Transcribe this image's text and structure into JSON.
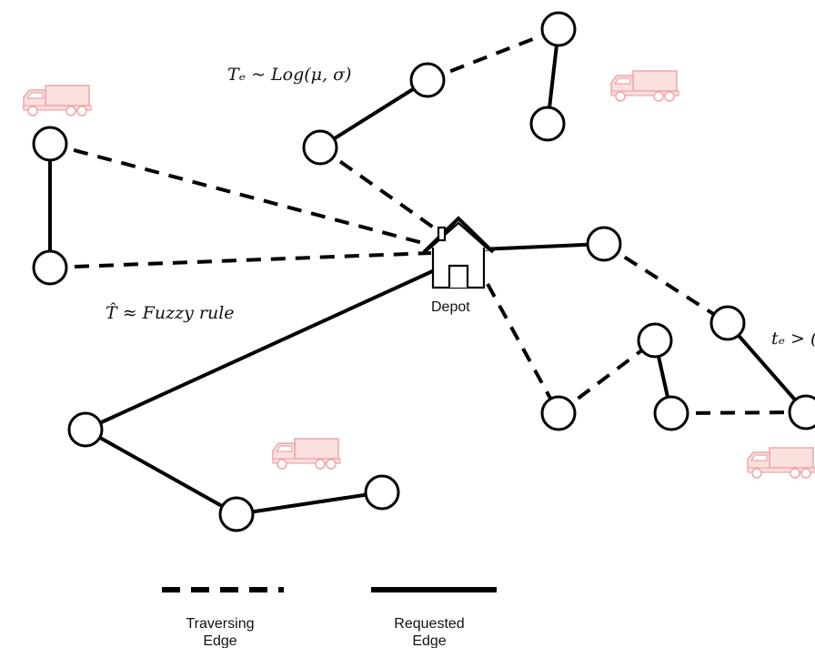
{
  "annotations": {
    "travel_time": "Tₑ ~ Log(μ, σ)",
    "fuzzy": "T̂ ≈ Fuzzy rule",
    "threshold": "tₑ > ("
  },
  "depot": {
    "label": "Depot"
  },
  "legend": {
    "traversing_line1": "Traversing",
    "traversing_line2": "Edge",
    "requested_line1": "Requested",
    "requested_line2": "Edge"
  },
  "colors": {
    "truck": "#f0a5a5",
    "truck_fill": "#fbe0e0",
    "edge": "#000000",
    "node_fill": "#ffffff"
  },
  "icons": [
    "truck-icon",
    "house-icon"
  ]
}
